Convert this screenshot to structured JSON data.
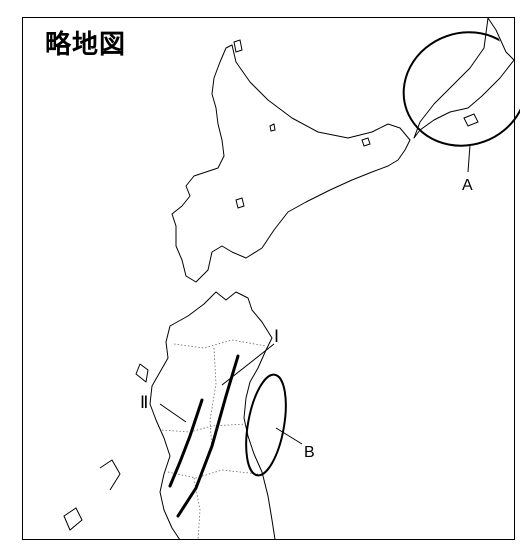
{
  "map": {
    "title": "略地図",
    "labels": {
      "a": "A",
      "b": "B",
      "line1": "Ⅰ",
      "line2": "Ⅱ"
    }
  }
}
